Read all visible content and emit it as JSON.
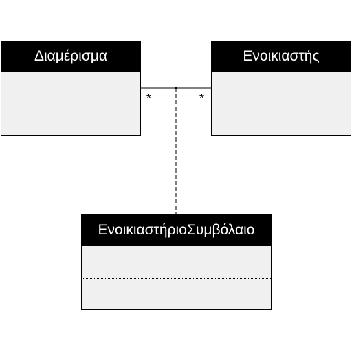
{
  "diagram": {
    "classes": {
      "apartment": {
        "name": "Διαμέρισμα"
      },
      "tenant": {
        "name": "Ενοικιαστής"
      },
      "lease": {
        "name": "ΕνοικιαστήριοΣυμβόλαιο"
      }
    },
    "association": {
      "left_multiplicity": "*",
      "right_multiplicity": "*"
    }
  }
}
